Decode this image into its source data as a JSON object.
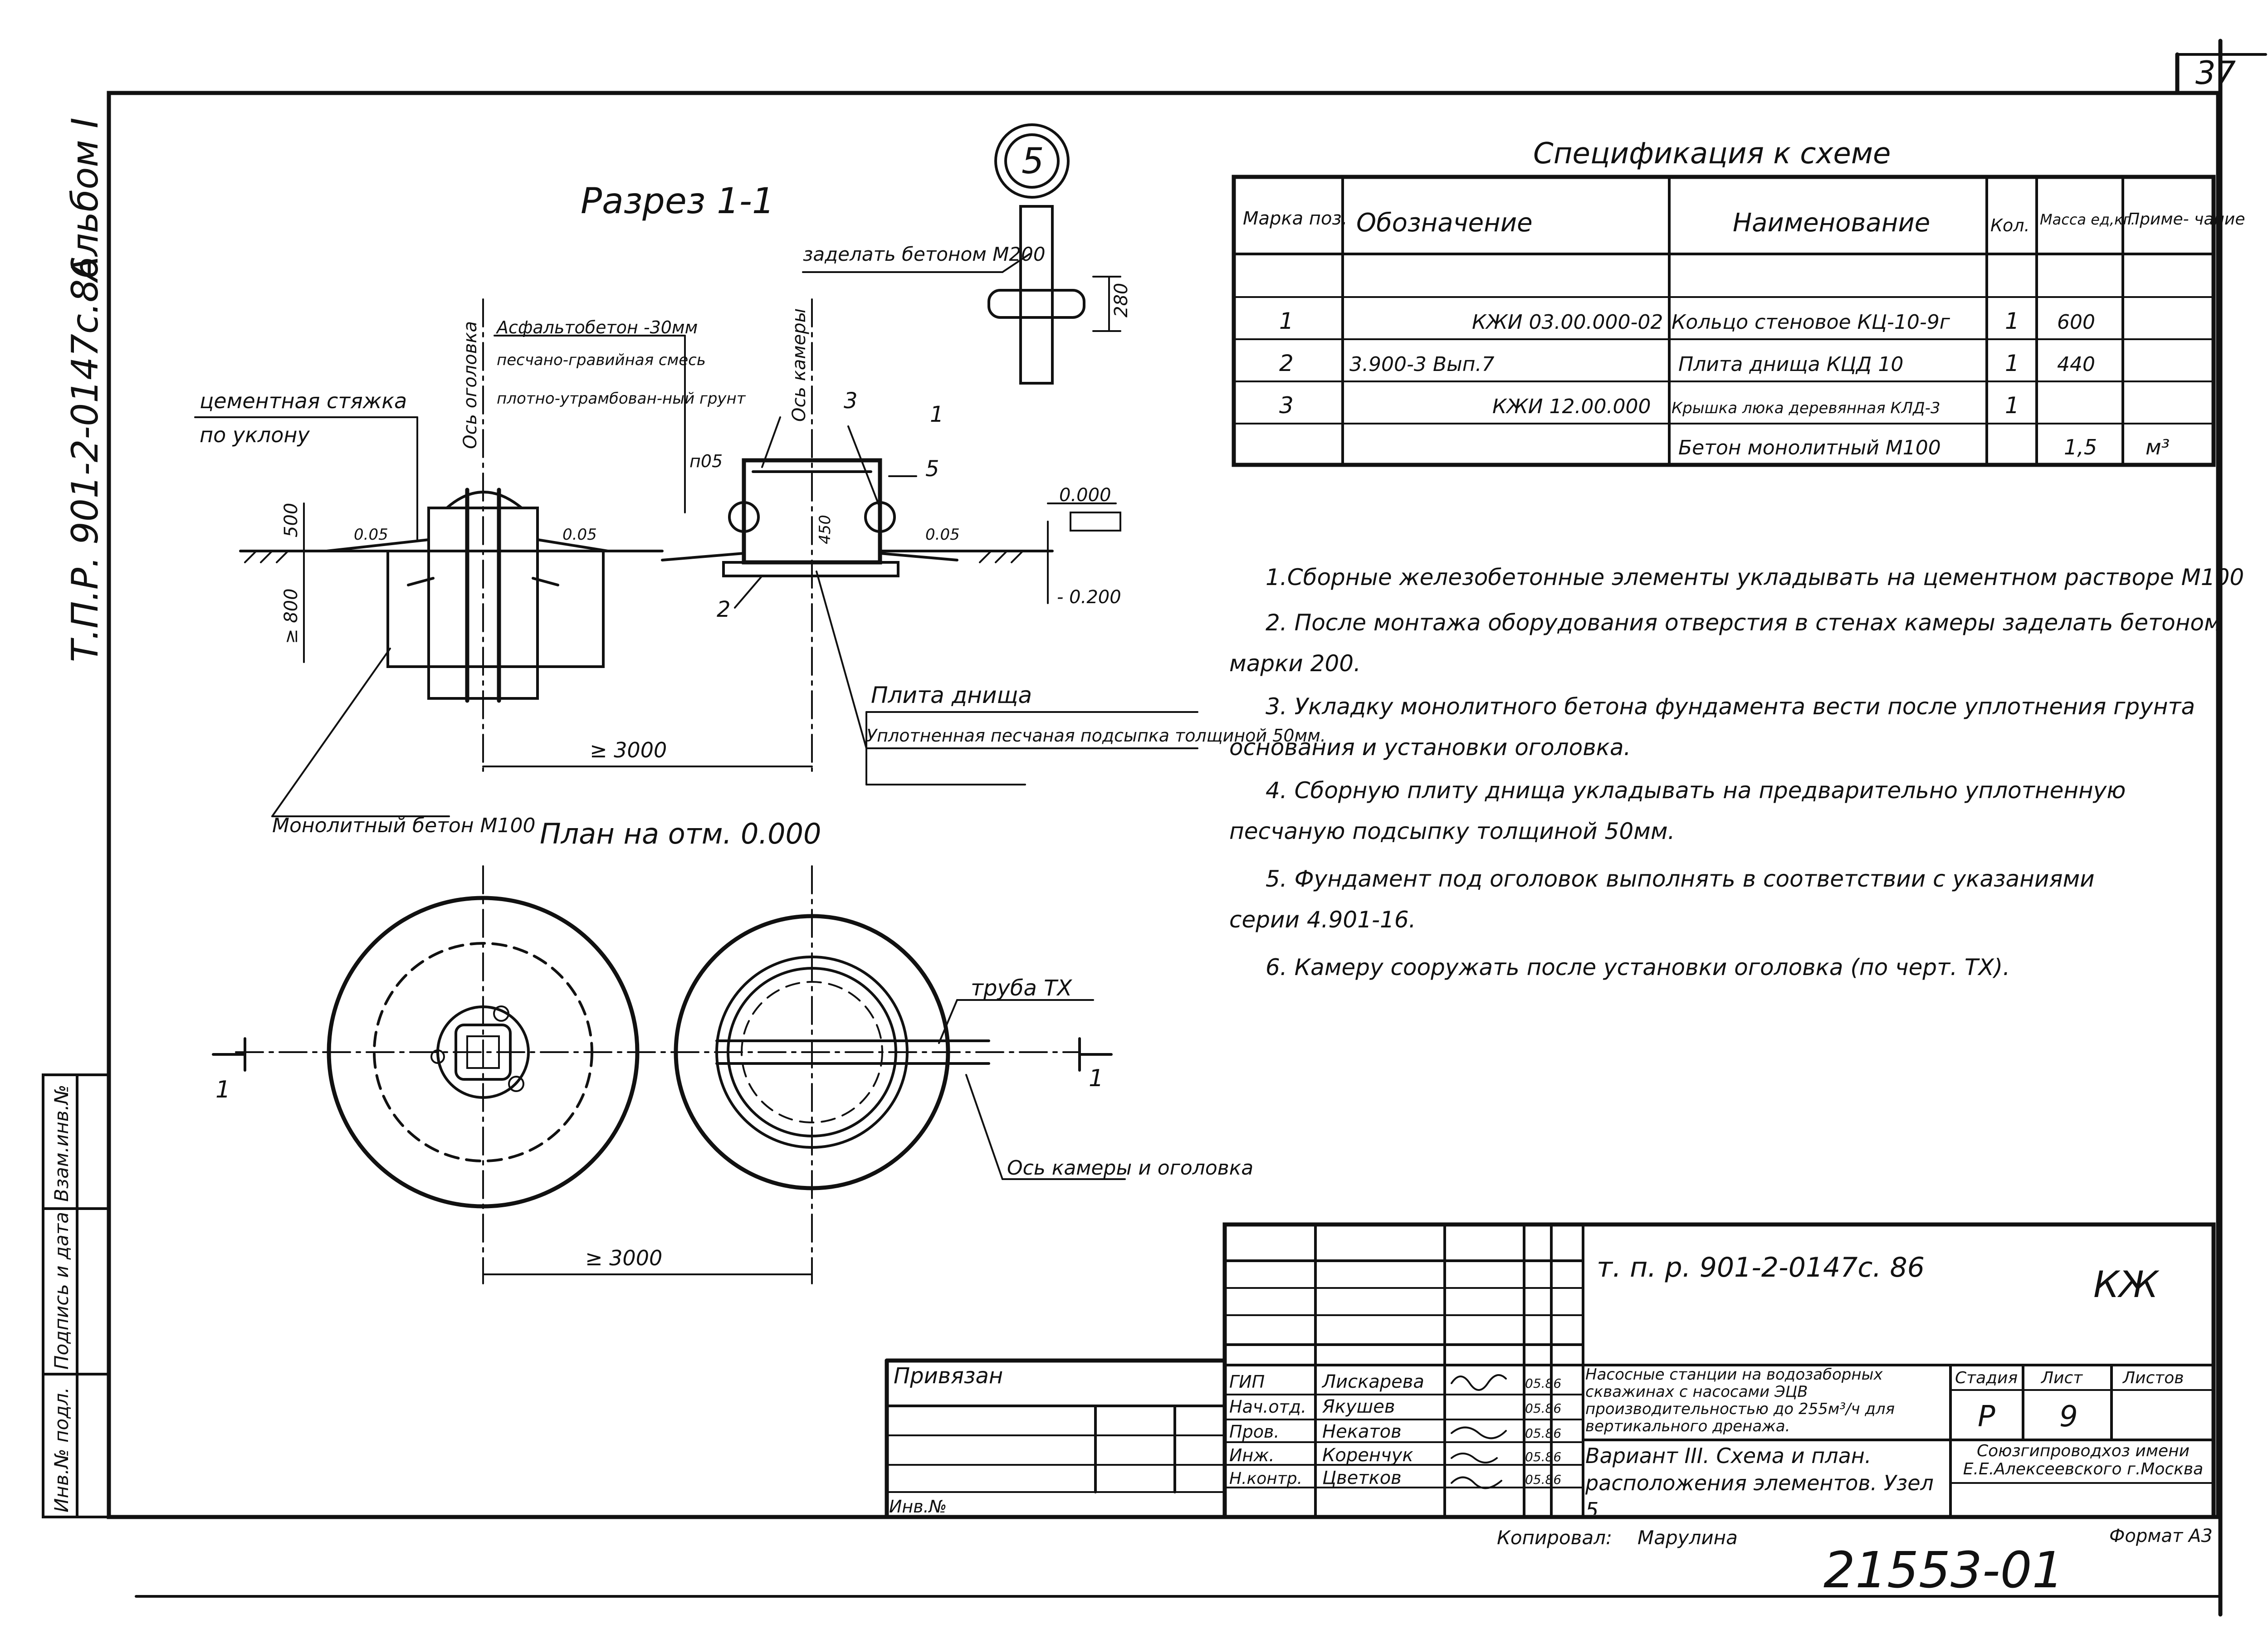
{
  "sheet": {
    "page_number": "37",
    "side_album": "Альбом I",
    "side_code": "Т.П.Р. 901-2-0147с.86",
    "node_number": "5",
    "section_title": "Разрез 1-1",
    "plan_title": "План на отм. 0.000",
    "stamp_sheet_format": "Формат А3",
    "copied_by_label": "Копировал:",
    "copied_by": "Марулина",
    "archive_number": "21553-01",
    "left_strip": [
      "Инв.№ подл.",
      "Подпись и дата",
      "Взам.инв.№"
    ]
  },
  "section": {
    "labels": {
      "cement_screed": "цементная стяжка",
      "by_slope": "по уклону",
      "axis_head": "Ось оголовка",
      "axis_chamber": "Ось камеры",
      "asphalt": "Асфальтобетон -30мм",
      "gravel_mix": "песчано-гравийная смесь",
      "compacted": "плотно-утрамбован-ный грунт",
      "seal_concrete": "заделать бетоном М200",
      "slab": "Плита днища",
      "sand_bed": "Уплотненная песчаная подсыпка толщиной 50мм.",
      "mono_concrete": "Монолитный бетон М100",
      "hatch": "п05"
    },
    "dims": {
      "d500": "500",
      "d800": "≥ 800",
      "d3000": "≥ 3000",
      "d450": "450",
      "d280": "280",
      "slope1": "0.05",
      "slope2": "0.05",
      "slope3": "0.05",
      "elev0": "0.000",
      "elev1": "- 0.200"
    },
    "callouts": [
      "1",
      "2",
      "3",
      "5"
    ]
  },
  "plan": {
    "pipe_label": "труба ТХ",
    "axis_note": "Ось камеры и оголовка",
    "dim": "≥ 3000",
    "cut_marks": [
      "1",
      "1"
    ]
  },
  "spec": {
    "title": "Спецификация к схеме",
    "headers": [
      "Марка поз.",
      "Обозначение",
      "Наименование",
      "Кол.",
      "Масса ед,кг.",
      "Приме- чание"
    ],
    "rows": [
      [
        "",
        "",
        "",
        "",
        "",
        ""
      ],
      [
        "1",
        "КЖИ 03.00.000-02",
        "Кольцо стеновое КЦ-10-9г",
        "1",
        "600",
        ""
      ],
      [
        "2",
        "3.900-3 Вып.7",
        "Плита днища КЦД 10",
        "1",
        "440",
        ""
      ],
      [
        "3",
        "КЖИ 12.00.000",
        "Крышка люка деревянная КЛД-3",
        "1",
        "",
        ""
      ],
      [
        "",
        "",
        "Бетон монолитный М100",
        "",
        "1,5",
        "м³"
      ]
    ]
  },
  "notes": [
    "1.Сборные железобетонные элементы укладывать на цементном растворе М100",
    "2. После монтажа оборудования отверстия в стенах камеры заделать бетоном",
    "марки 200.",
    "3. Укладку монолитного бетона фундамента вести после уплотнения грунта",
    "основания и установки оголовка.",
    "4. Сборную плиту днища укладывать на предварительно уплотненную",
    "песчаную подсыпку толщиной 50мм.",
    "5. Фундамент под оголовок выполнять в соответствии с указаниями",
    "серии 4.901-16.",
    "6. Камеру сооружать после установки оголовка (по черт. ТХ)."
  ],
  "stamp": {
    "doc_code": "т. п. р. 901-2-0147с. 86",
    "mark": "КЖ",
    "bound": "Привязан",
    "inv": "Инв.№",
    "roles": [
      "ГИП",
      "Нач.отд.",
      "Пров.",
      "Инж.",
      "Н.контр."
    ],
    "names": [
      "Лискарева",
      "Якушев",
      "Некатов",
      "Коренчук",
      "Цветков"
    ],
    "dates": [
      "05.86",
      "05.86",
      "05.86",
      "05.86",
      "05.86"
    ],
    "project": "Насосные станции на водозаборных скважинах с насосами ЭЦВ производительностью до 255м³/ч для вертикального дренажа.",
    "sheet_title": "Вариант III. Схема и план. расположения элементов. Узел 5",
    "stage_h": "Стадия",
    "sheet_h": "Лист",
    "sheets_h": "Листов",
    "stage": "Р",
    "sheet": "9",
    "org": "Союзгипроводхоз имени Е.Е.Алексеевского г.Москва"
  }
}
